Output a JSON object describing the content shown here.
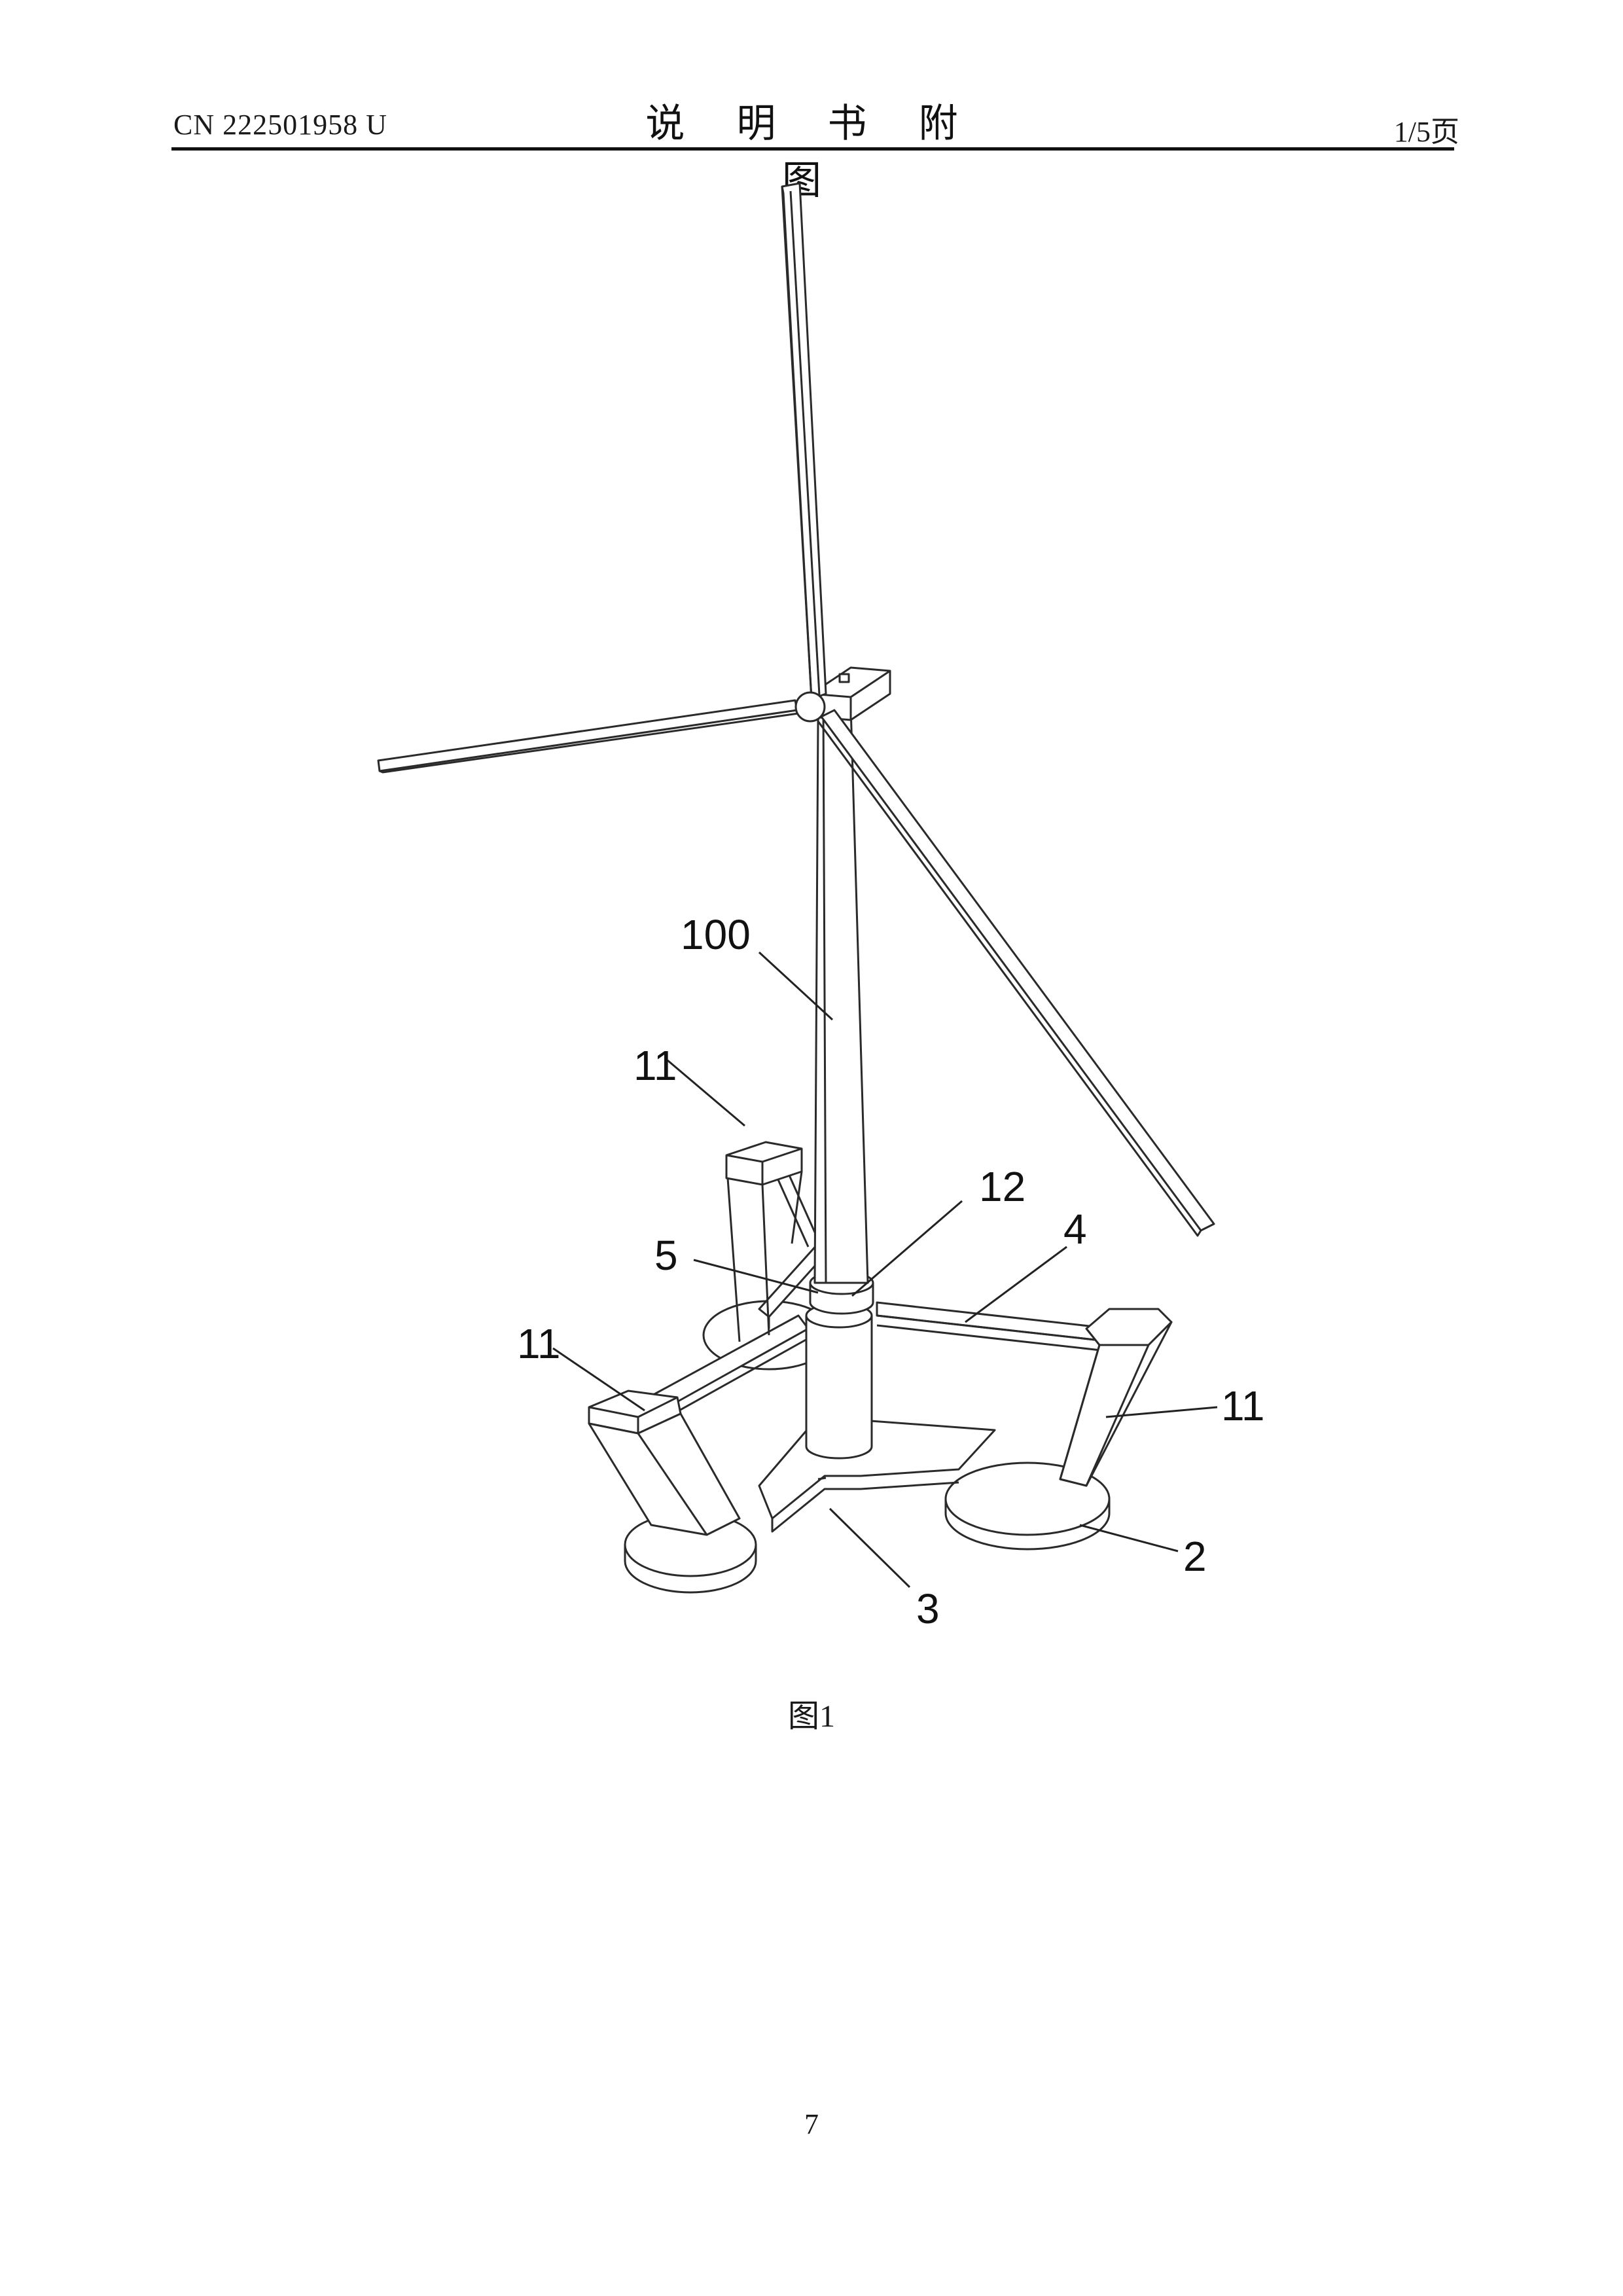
{
  "header": {
    "doc_number": "CN 222501958 U",
    "title": "说 明 书 附 图",
    "page_of": "1/5页"
  },
  "figure": {
    "caption": "图1",
    "labels": {
      "tower": "100",
      "column_top_left": "11",
      "column_front_left": "11",
      "column_right": "11",
      "connector": "12",
      "ring": "5",
      "arm": "4",
      "base_plate": "2",
      "frame": "3"
    }
  },
  "footer": {
    "page_number": "7"
  }
}
